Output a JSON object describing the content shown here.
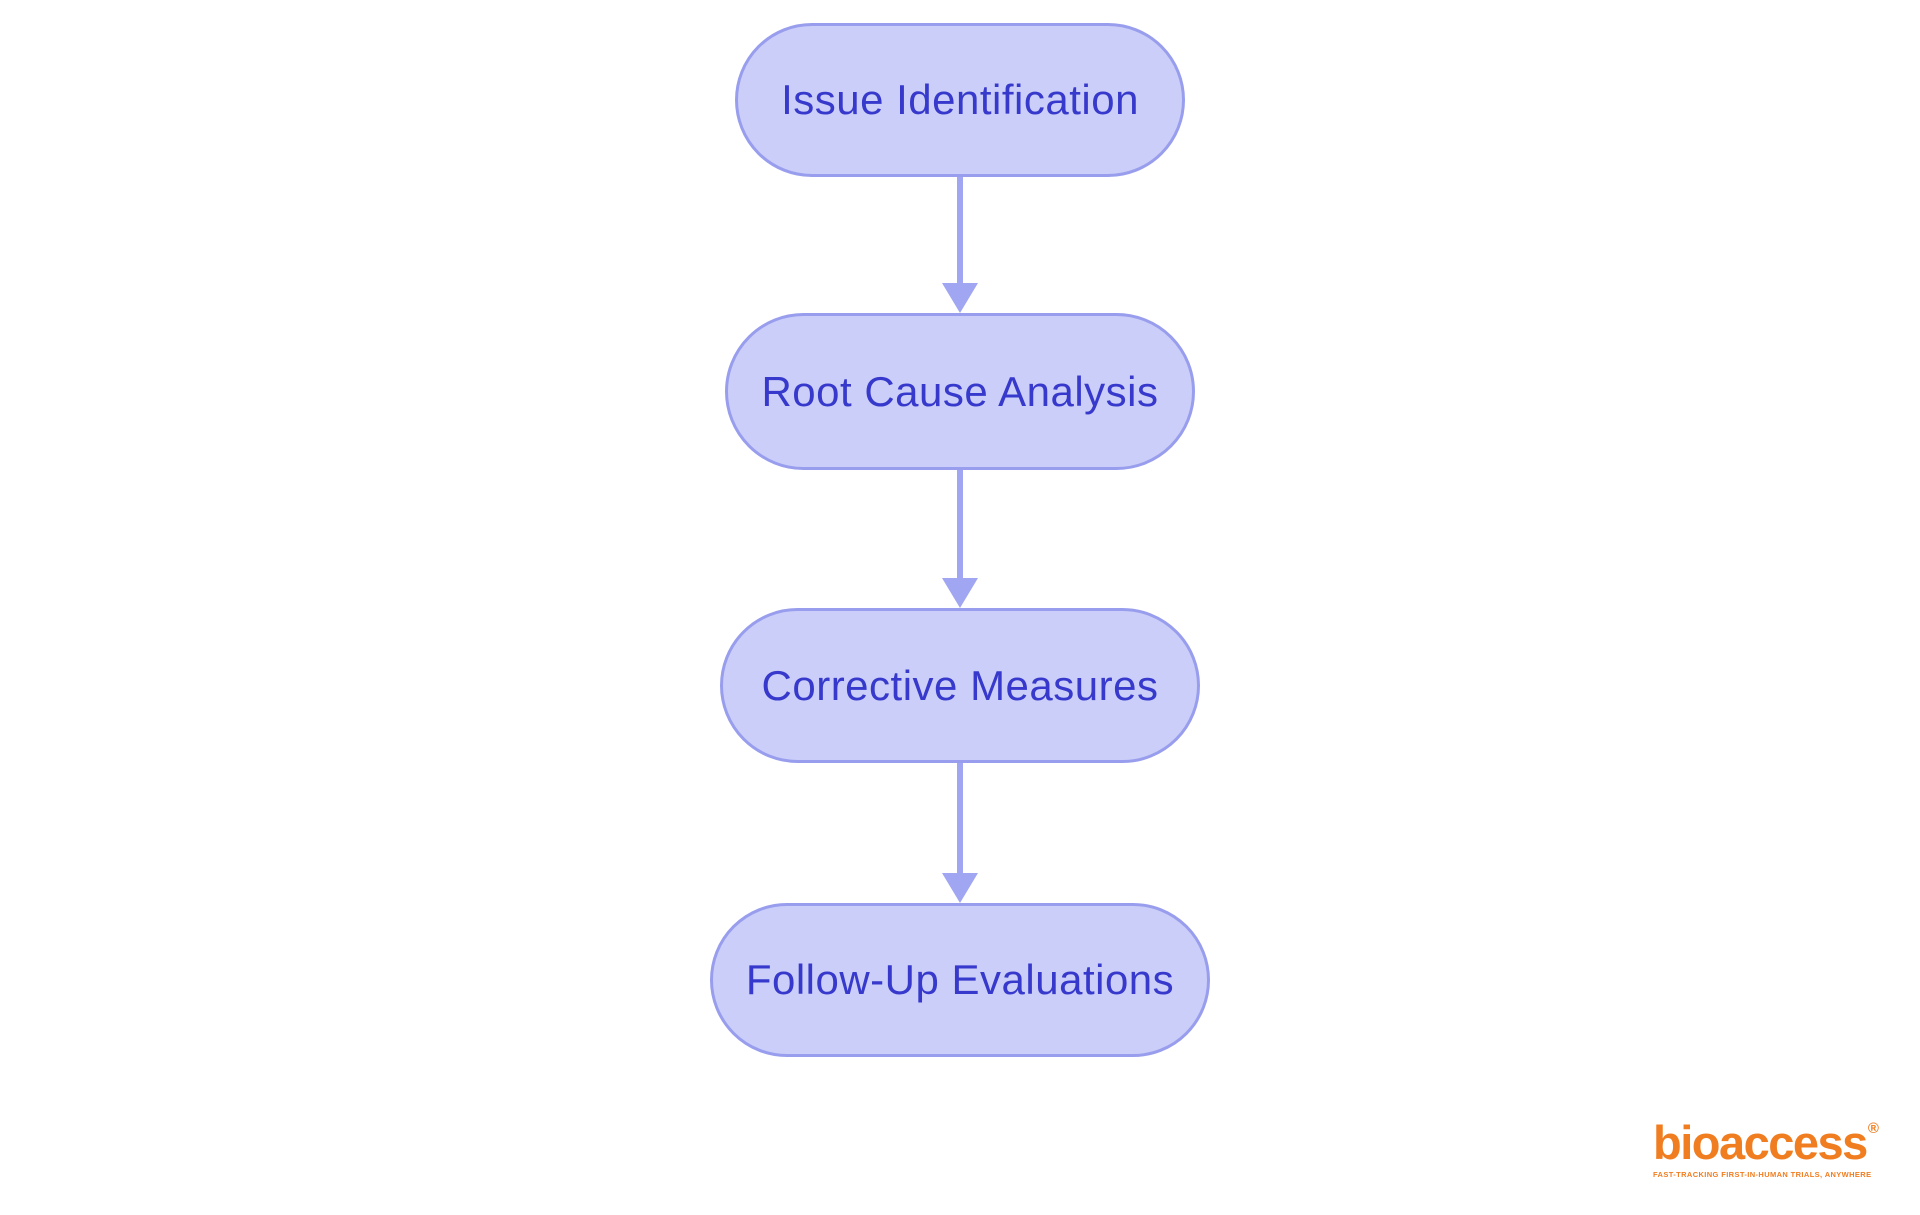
{
  "diagram": {
    "type": "flowchart",
    "direction": "top-down",
    "nodes": [
      {
        "label": "Issue Identification"
      },
      {
        "label": "Root Cause Analysis"
      },
      {
        "label": "Corrective Measures"
      },
      {
        "label": "Follow-Up Evaluations"
      }
    ],
    "edges": [
      {
        "from": "Issue Identification",
        "to": "Root Cause Analysis"
      },
      {
        "from": "Root Cause Analysis",
        "to": "Corrective Measures"
      },
      {
        "from": "Corrective Measures",
        "to": "Follow-Up Evaluations"
      }
    ],
    "colors": {
      "node_fill": "#cbcef8",
      "node_border": "#989eed",
      "node_text": "#3639cb",
      "arrow": "#a0a6f1",
      "background": "#ffffff"
    }
  },
  "logo": {
    "brand": "bioaccess",
    "registered_mark": "®",
    "tagline": "FAST-TRACKING FIRST-IN-HUMAN TRIALS, ANYWHERE",
    "color": "#f07d20"
  }
}
